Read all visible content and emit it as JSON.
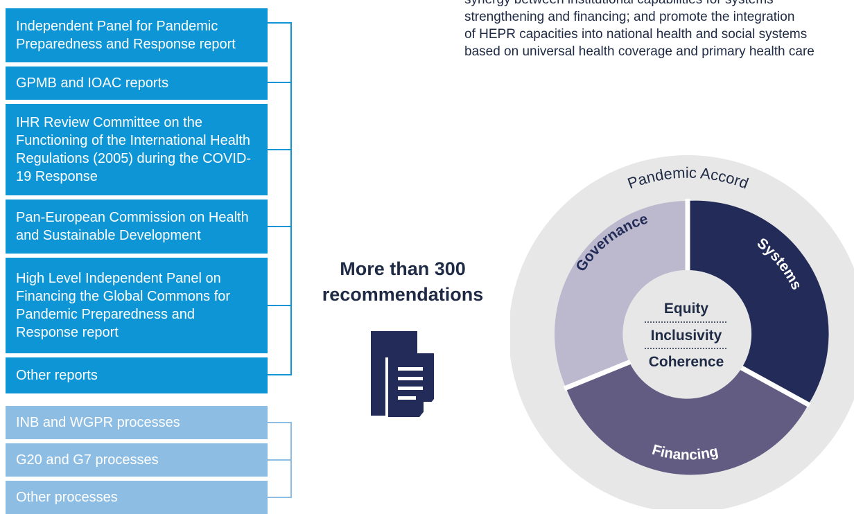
{
  "intro_text": "synergy between institutional capabilities for systems\nstrengthening and financing; and promote the integration\nof HEPR capacities into national health and social systems\nbased on universal health coverage and primary health care",
  "reports": [
    "Independent Panel for Pandemic Preparedness and Response report",
    "GPMB and IOAC reports",
    "IHR Review Committee on the Functioning of the International Health Regulations (2005) during the COVID-19 Response",
    "Pan-European Commission on Health and Sustainable Development",
    "High Level Independent Panel on Financing the Global Commons for Pandemic Preparedness and Response report",
    "Other reports"
  ],
  "processes": [
    "INB and WGPR processes",
    "G20 and G7 processes",
    "Other processes"
  ],
  "headline": "More than 300\nrecommendations",
  "wheel": {
    "outer_label": "Pandemic Accord",
    "segments": [
      "Governance",
      "Systems",
      "Financing"
    ],
    "center": [
      "Equity",
      "Inclusivity",
      "Coherence"
    ]
  },
  "colors": {
    "report_box": "#0d95d6",
    "process_box": "#8dbde3",
    "governance": "#bcb8cd",
    "systems": "#232c58",
    "financing": "#625c83",
    "ring": "#e7e7e7",
    "text_dark": "#1f2a44"
  }
}
